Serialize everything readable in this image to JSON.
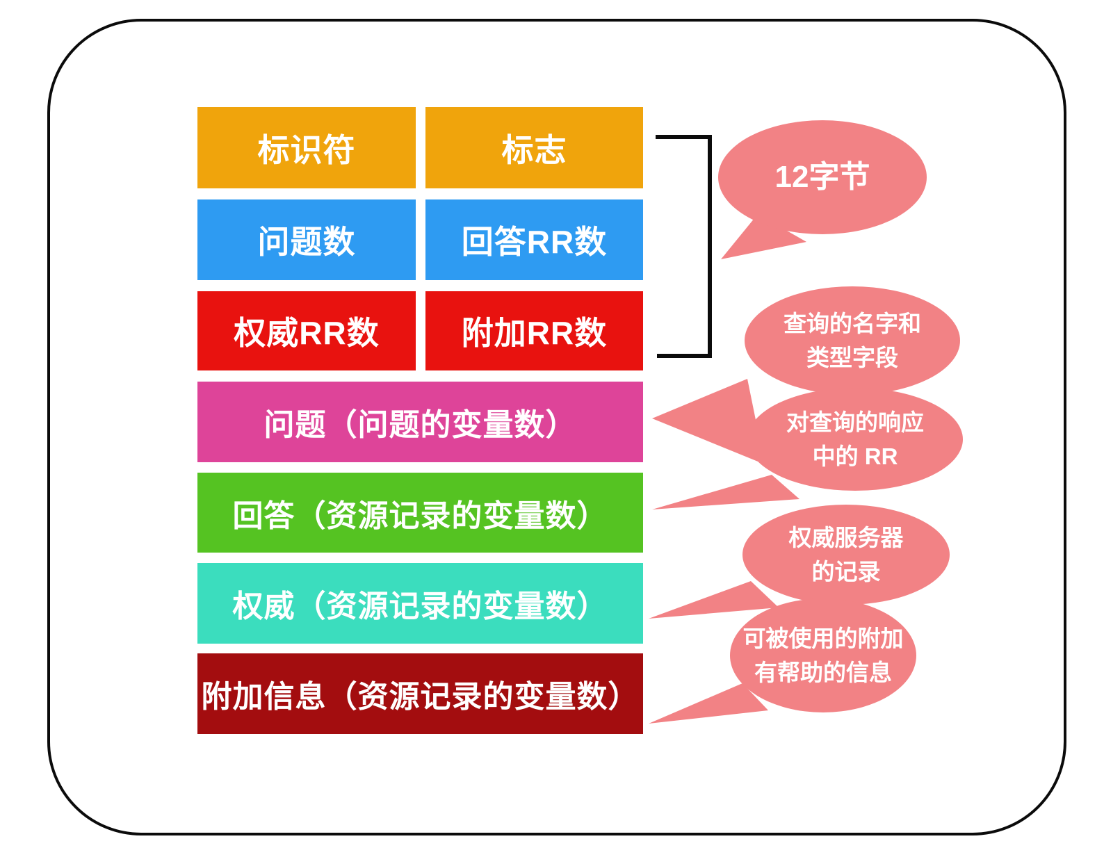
{
  "colors": {
    "orange": "#F0A40C",
    "blue": "#2E9BF2",
    "red": "#E8120F",
    "magenta": "#DE4499",
    "green": "#55C322",
    "teal": "#3BDDBE",
    "darkred": "#A30D0F",
    "callout": "#F28285",
    "line": "#0b0b0b",
    "text": "#FFFFFF"
  },
  "header_fields": [
    {
      "id": "identifier",
      "label": "标识符"
    },
    {
      "id": "flags",
      "label": "标志"
    },
    {
      "id": "question-count",
      "label": "问题数"
    },
    {
      "id": "answer-rr-count",
      "label": "回答RR数"
    },
    {
      "id": "authority-rr-count",
      "label": "权威RR数"
    },
    {
      "id": "additional-rr-count",
      "label": "附加RR数"
    }
  ],
  "section_fields": [
    {
      "id": "question",
      "label": "问题（问题的变量数）"
    },
    {
      "id": "answer",
      "label": "回答（资源记录的变量数）"
    },
    {
      "id": "authority",
      "label": "权威（资源记录的变量数）"
    },
    {
      "id": "additional",
      "label": "附加信息（资源记录的变量数）"
    }
  ],
  "callouts": [
    {
      "id": "twelve-bytes",
      "lines": [
        "12字节"
      ]
    },
    {
      "id": "query-name-type",
      "lines": [
        "查询的名字和",
        "类型字段"
      ]
    },
    {
      "id": "response-rr",
      "lines": [
        "对查询的响应",
        "中的 RR"
      ]
    },
    {
      "id": "authority-records",
      "lines": [
        "权威服务器",
        "的记录"
      ]
    },
    {
      "id": "additional-info",
      "lines": [
        "可被使用的附加",
        "有帮助的信息"
      ]
    }
  ]
}
